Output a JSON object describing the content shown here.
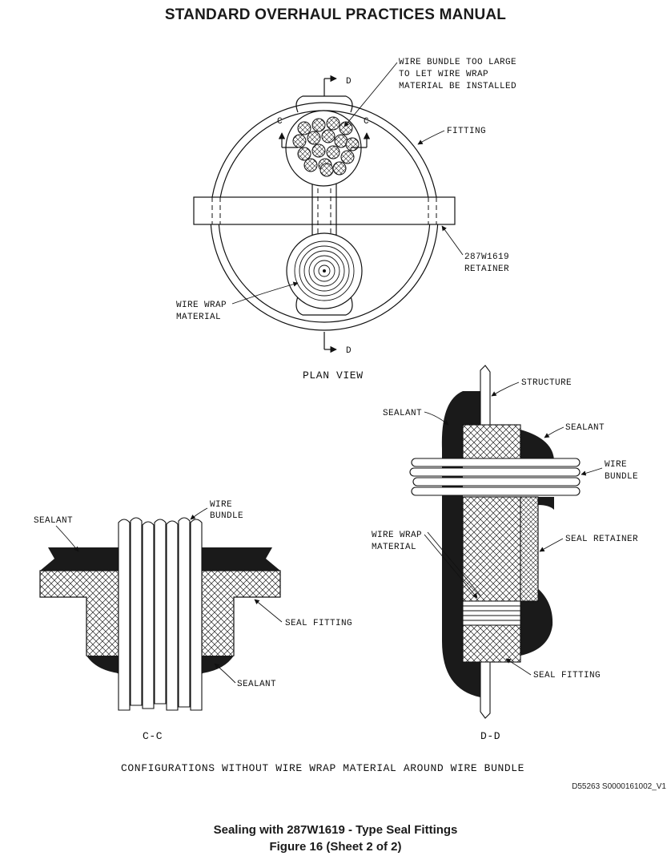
{
  "header": {
    "title": "STANDARD OVERHAUL PRACTICES MANUAL"
  },
  "plan_view": {
    "section_marker_d": "D",
    "section_marker_c": "C",
    "callout_wire_bundle_too_large": [
      "WIRE BUNDLE TOO LARGE",
      "TO LET WIRE WRAP",
      "MATERIAL BE INSTALLED"
    ],
    "callout_fitting": "FITTING",
    "callout_retainer": [
      "287W1619",
      "RETAINER"
    ],
    "callout_wire_wrap": [
      "WIRE WRAP",
      "MATERIAL"
    ],
    "view_title": "PLAN VIEW"
  },
  "section_cc": {
    "callout_sealant_left": "SEALANT",
    "callout_wire_bundle": [
      "WIRE",
      "BUNDLE"
    ],
    "callout_seal_fitting": "SEAL FITTING",
    "callout_sealant_bottom": "SEALANT",
    "view_title": "C-C"
  },
  "section_dd": {
    "callout_structure": "STRUCTURE",
    "callout_sealant_top_left": "SEALANT",
    "callout_sealant_top_right": "SEALANT",
    "callout_wire_bundle": [
      "WIRE",
      "BUNDLE"
    ],
    "callout_wire_wrap": [
      "WIRE WRAP",
      "MATERIAL"
    ],
    "callout_seal_retainer": "SEAL RETAINER",
    "callout_seal_fitting": "SEAL FITTING",
    "view_title": "D-D"
  },
  "figure": {
    "configurations_note": "CONFIGURATIONS WITHOUT WIRE WRAP MATERIAL AROUND WIRE BUNDLE",
    "drawing_id": "D55263 S0000161002_V1",
    "caption_line1": "Sealing with 287W1619 - Type Seal Fittings",
    "caption_line2": "Figure 16  (Sheet 2 of 2)"
  }
}
